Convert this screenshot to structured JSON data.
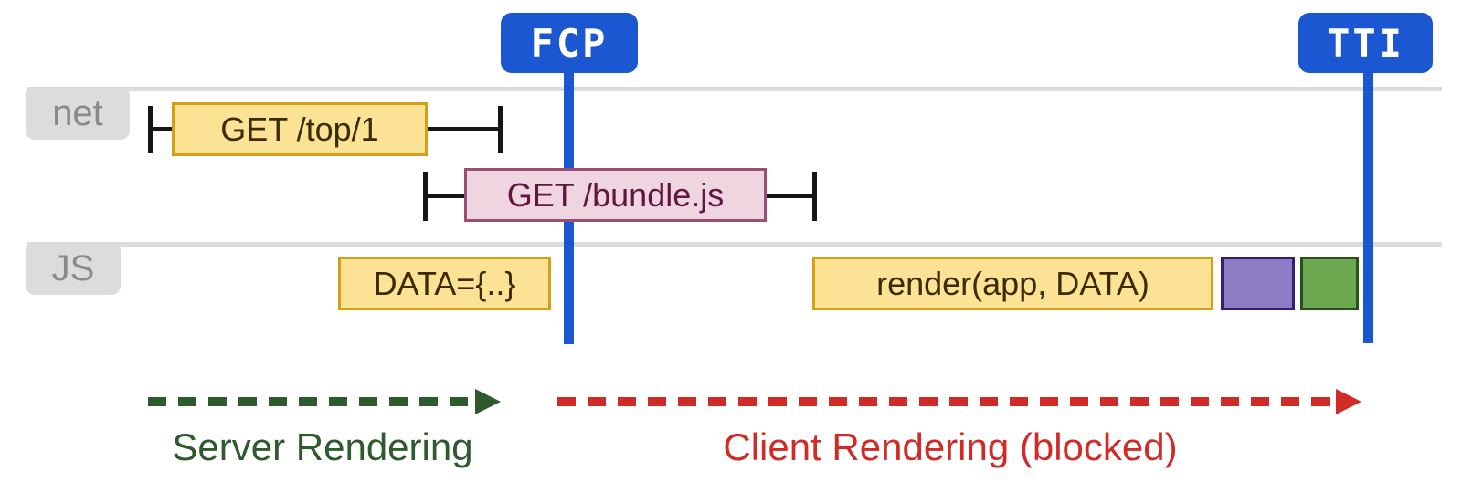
{
  "markers": {
    "fcp": {
      "label": "FCP",
      "color": "#1a57d0"
    },
    "tti": {
      "label": "TTI",
      "color": "#1a57d0"
    }
  },
  "lanes": {
    "net": {
      "label": "net"
    },
    "js": {
      "label": "JS"
    }
  },
  "net": {
    "requests": [
      {
        "label": "GET /top/1",
        "fill": "#fce294",
        "border": "#d2a117",
        "text_color": "#3b2c00"
      },
      {
        "label": "GET /bundle.js",
        "fill": "#efd5e0",
        "border": "#9c4f76",
        "text_color": "#601840"
      }
    ]
  },
  "js": {
    "tasks": [
      {
        "label": "DATA={..}",
        "fill": "#fce294",
        "border": "#d2a117"
      },
      {
        "label": "render(app, DATA)",
        "fill": "#fce294",
        "border": "#d2a117"
      },
      {
        "label": "",
        "fill": "#8d7bc4",
        "border": "#322075"
      },
      {
        "label": "",
        "fill": "#6ba84f",
        "border": "#2a5119"
      }
    ]
  },
  "phases": [
    {
      "label": "Server Rendering",
      "color": "#2e5a2e"
    },
    {
      "label": "Client Rendering (blocked)",
      "color": "#d02b27"
    }
  ]
}
